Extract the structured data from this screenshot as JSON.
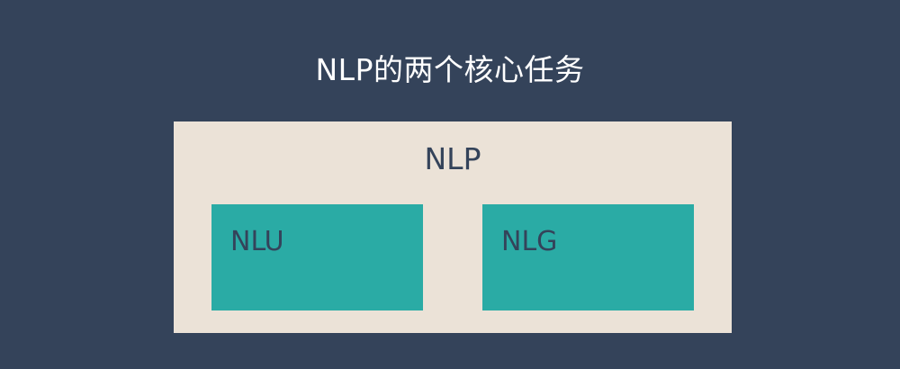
{
  "title": "NLP的两个核心任务",
  "diagram": {
    "container_label": "NLP",
    "boxes": [
      {
        "label": "NLU"
      },
      {
        "label": "NLG"
      }
    ]
  },
  "colors": {
    "background": "#34435a",
    "container": "#ebe2d7",
    "box": "#2aaba5",
    "title_text": "#ffffff",
    "label_text": "#34435a"
  }
}
